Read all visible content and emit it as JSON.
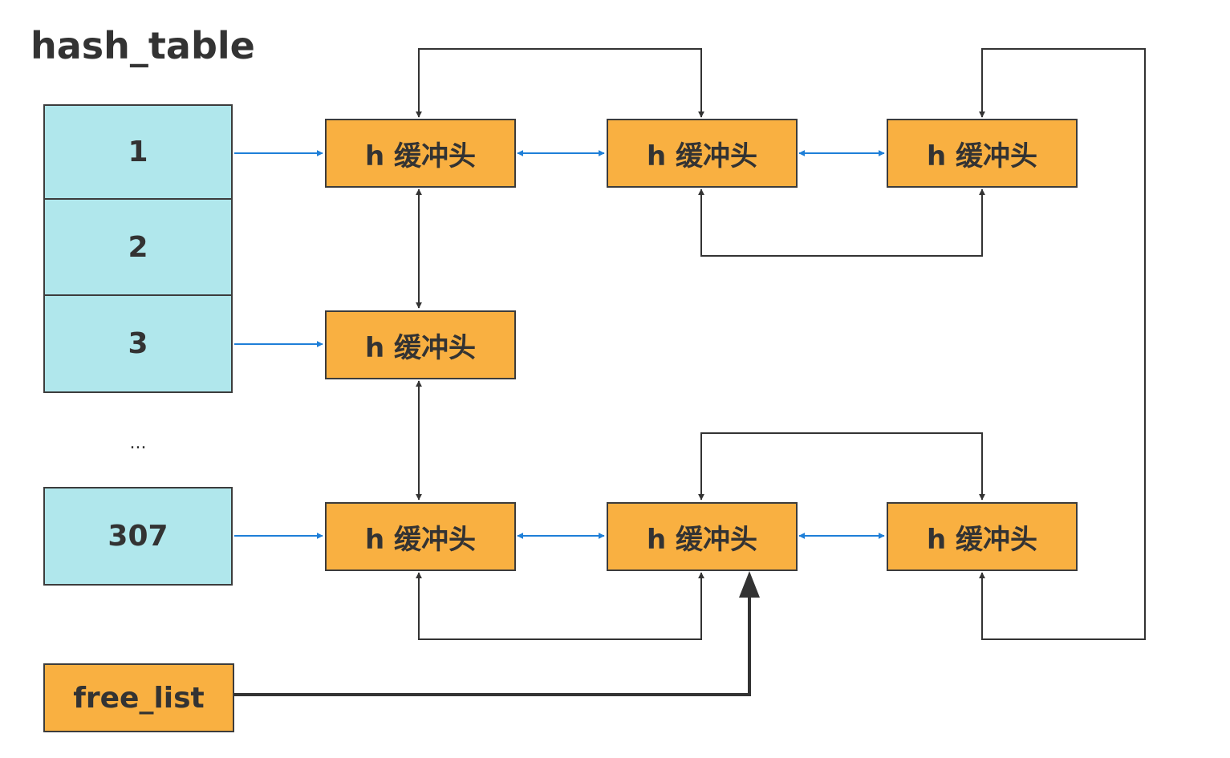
{
  "title": "hash_table",
  "hash_slots": [
    "1",
    "2",
    "3",
    "...",
    "307"
  ],
  "buffer_label": "h 缓冲头",
  "free_list_label": "free_list",
  "colors": {
    "slot_fill": "#b0e7ec",
    "buffer_fill": "#f9b041",
    "border": "#3c3c3c",
    "hash_arrow": "#1e7fd8",
    "free_arrow": "#333333"
  }
}
